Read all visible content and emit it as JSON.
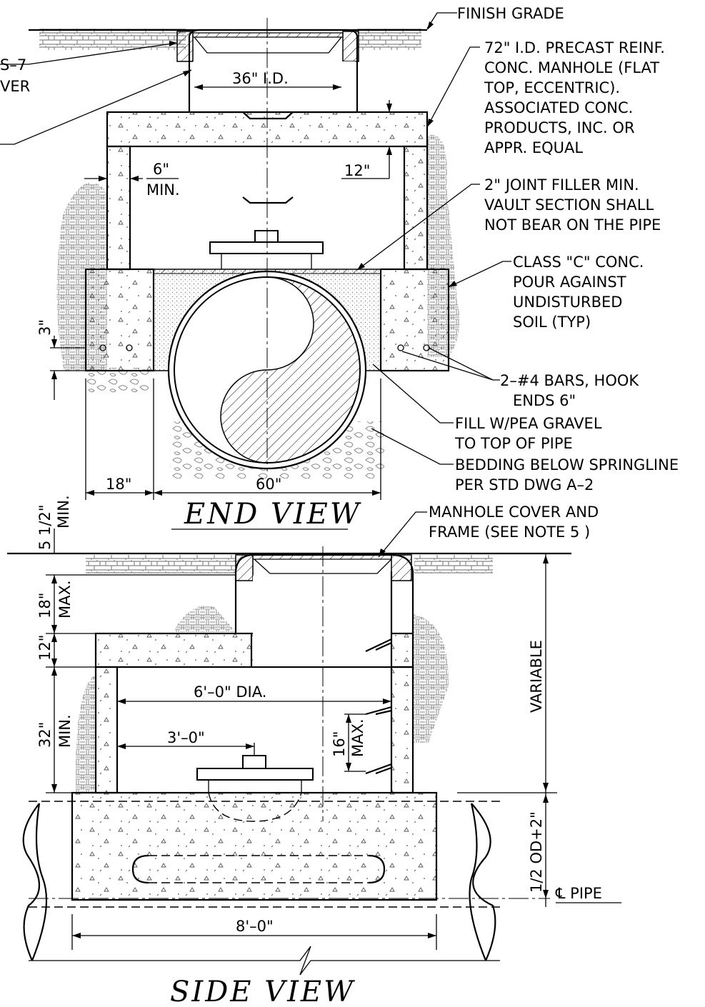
{
  "end_view": {
    "title": "END VIEW",
    "notes": {
      "finish_grade": "FINISH GRADE",
      "manhole_line1": "72\" I.D. PRECAST REINF.",
      "manhole_line2": "CONC. MANHOLE (FLAT",
      "manhole_line3": "TOP, ECCENTRIC).",
      "manhole_line4": "ASSOCIATED CONC.",
      "manhole_line5": "PRODUCTS, INC. OR",
      "manhole_line6": "APPR. EQUAL",
      "filler_line1": "2\" JOINT FILLER MIN.",
      "filler_line2": "VAULT SECTION SHALL",
      "filler_line3": "NOT BEAR ON THE PIPE",
      "class_line1": "CLASS \"C\" CONC.",
      "class_line2": "POUR AGAINST",
      "class_line3": "UNDISTURBED",
      "class_line4": "SOIL (TYP)",
      "bars_line1": "2–#4 BARS, HOOK",
      "bars_line2": "ENDS 6\"",
      "fill_line1": "FILL W/PEA GRAVEL",
      "fill_line2": "TO TOP OF PIPE",
      "bedding_line1": "BEDDING BELOW SPRINGLINE",
      "bedding_line2": "PER STD DWG A–2",
      "cut_left_1": "S–7",
      "cut_left_2": "VER"
    },
    "dims": {
      "id36": "36\" I.D.",
      "six": "6\"",
      "min": "MIN.",
      "twelve": "12\"",
      "three": "3\"",
      "eighteen": "18\"",
      "sixty": "60\"",
      "five_half": "5 1/2\"",
      "five_half_min": "MIN."
    }
  },
  "side_view": {
    "title": "SIDE VIEW",
    "notes": {
      "cover_line1": "MANHOLE COVER AND",
      "cover_line2": "FRAME (SEE NOTE 5 )",
      "pipe_cl": "℄ PIPE"
    },
    "dims": {
      "eighteen": "18\"",
      "max": "MAX.",
      "twelve": "12\"",
      "thirtytwo": "32\"",
      "min": "MIN.",
      "dia": "6'–0\" DIA.",
      "three_ft": "3'–0\"",
      "sixteen": "16\"",
      "sixteen_max": "MAX.",
      "variable": "VARIABLE",
      "half_od": "1/2 OD+2\"",
      "eight_ft": "8'–0\""
    }
  }
}
